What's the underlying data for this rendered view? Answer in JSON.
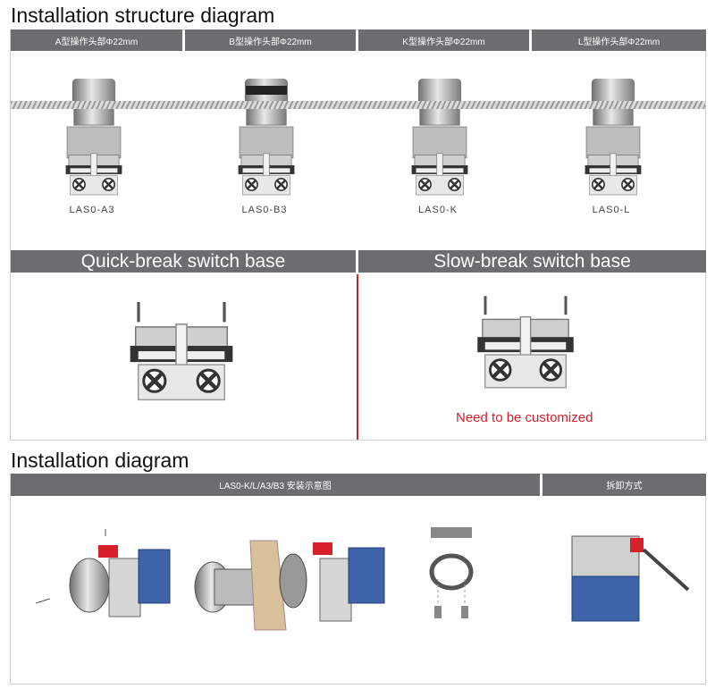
{
  "structure": {
    "title": "Installation structure diagram",
    "headers": [
      "A型操作头部Φ22mm",
      "B型操作头部Φ22mm",
      "K型操作头部Φ22mm",
      "L型操作头部Φ22mm"
    ],
    "models": [
      "LAS0-A3",
      "LAS0-B3",
      "LAS0-K",
      "LAS0-L"
    ],
    "quick_break_label": "Quick-break switch base",
    "slow_break_label": "Slow-break switch base",
    "slow_break_note": "Need to be customized"
  },
  "installation": {
    "title": "Installation diagram",
    "header_main": "LAS0-K/L/A3/B3 安装示意图",
    "header_side": "拆卸方式"
  },
  "colors": {
    "header_bg": "#6d6d70",
    "accent_red": "#d8202a",
    "part_blue": "#3f63a8"
  }
}
